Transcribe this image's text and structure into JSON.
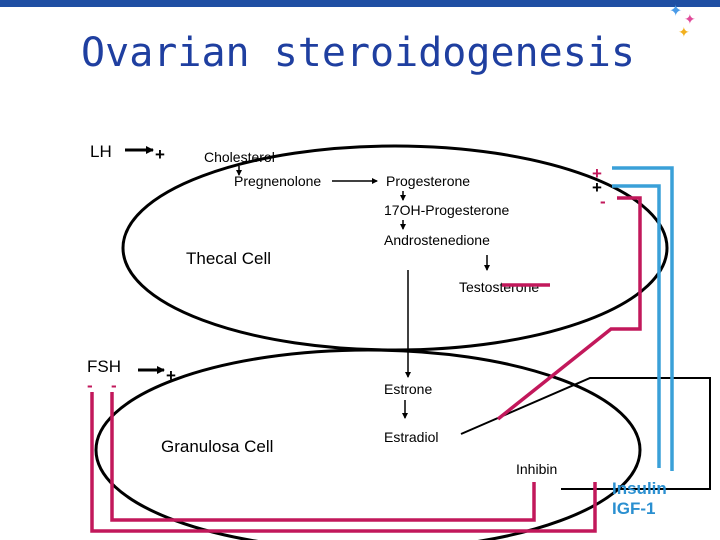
{
  "title": "Ovarian steroidogenesis",
  "labels": {
    "lh": "LH",
    "fsh": "FSH",
    "thecal_cell": "Thecal Cell",
    "granulosa_cell": "Granulosa Cell",
    "cholesterol": "Cholesterol",
    "pregnenolone": "Pregnenolone",
    "progesterone": "Progesterone",
    "ohprogesterone": "17OH-Progesterone",
    "androstenedione": "Androstenedione",
    "testosterone": "Testosterone",
    "estrone": "Estrone",
    "estradiol": "Estradiol",
    "inhibin": "Inhibin",
    "insulin": "Insulin",
    "igf1": "IGF-1"
  },
  "signs": {
    "plus": "+",
    "minus": "-"
  },
  "colors": {
    "title": "#1f3fa0",
    "top_bar": "#1f4fa3",
    "negative_feedback": "#c2185b",
    "insulin_pathway": "#3aa0d8",
    "insulin_text": "#2a8fd0",
    "star_blue": "#4a9be8",
    "star_yellow": "#f2b01e",
    "star_pink": "#e04a9a"
  }
}
